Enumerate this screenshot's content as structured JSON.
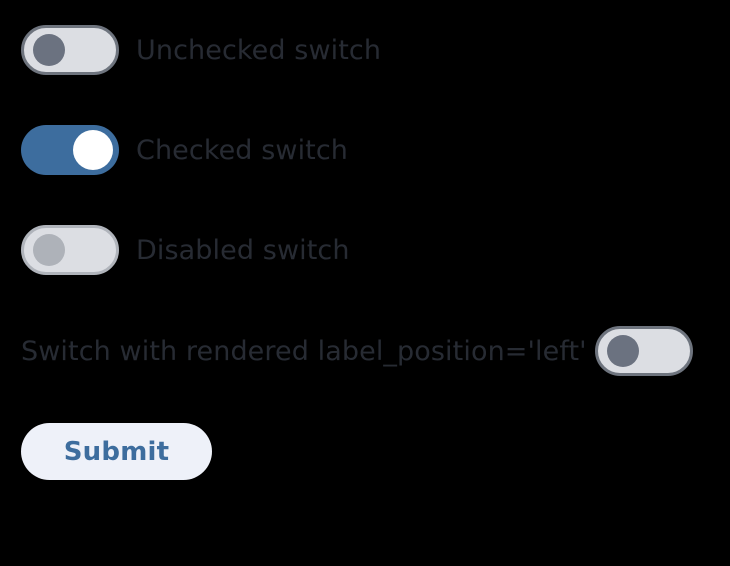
{
  "page": {
    "background": "#000000",
    "accent_color": "#3d6d9e",
    "label_color": "#272b33"
  },
  "switches": [
    {
      "name": "unchecked-switch",
      "label": "Unchecked switch",
      "state": "off",
      "checked": false,
      "disabled": false,
      "label_position": "right"
    },
    {
      "name": "checked-switch",
      "label": "Checked switch",
      "state": "on",
      "checked": true,
      "disabled": false,
      "label_position": "right"
    },
    {
      "name": "disabled-switch",
      "label": "Disabled switch",
      "state": "disabled",
      "checked": false,
      "disabled": true,
      "label_position": "right"
    },
    {
      "name": "left-label-switch",
      "label": "Switch with rendered label_position='left'",
      "state": "off",
      "checked": false,
      "disabled": false,
      "label_position": "left"
    }
  ],
  "form": {
    "submit_label": "Submit"
  }
}
